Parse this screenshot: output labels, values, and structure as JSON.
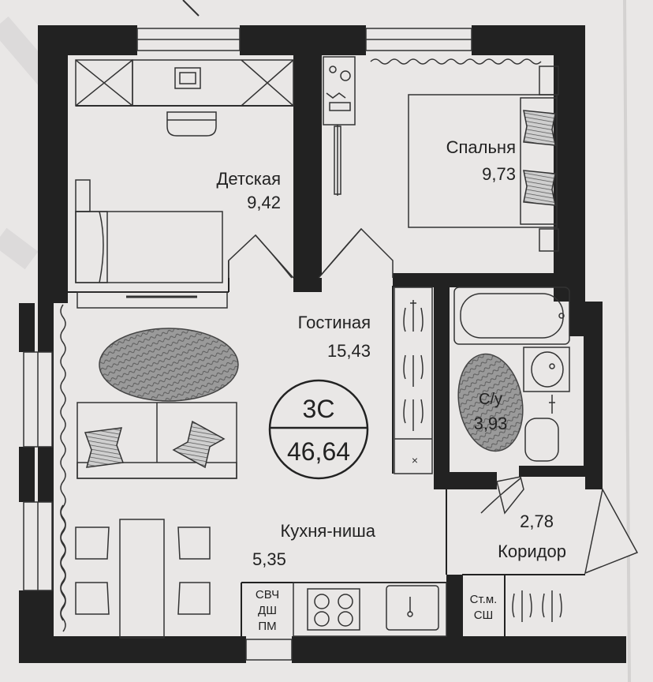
{
  "rooms": {
    "kids": {
      "name": "Детская",
      "area": "9,42"
    },
    "bedroom": {
      "name": "Спальня",
      "area": "9,73"
    },
    "living": {
      "name": "Гостиная",
      "area": "15,43"
    },
    "bath": {
      "name": "С/у",
      "area": "3,93"
    },
    "corridor": {
      "area": "2,78",
      "name": "Коридор"
    },
    "kitchen": {
      "name": "Кухня-ниша",
      "area": "5,35"
    }
  },
  "apartment": {
    "type": "3С",
    "total_area": "46,64"
  },
  "appliances": {
    "svch": "СВЧ",
    "dsh": "ДШ",
    "pm": "ПМ",
    "stm": "Ст.м.",
    "sh": "СШ"
  },
  "colors": {
    "wall": "#222222",
    "paper": "#e9e7e6",
    "line": "#2a2a2a",
    "rug_fill": "#9a9a9a"
  }
}
